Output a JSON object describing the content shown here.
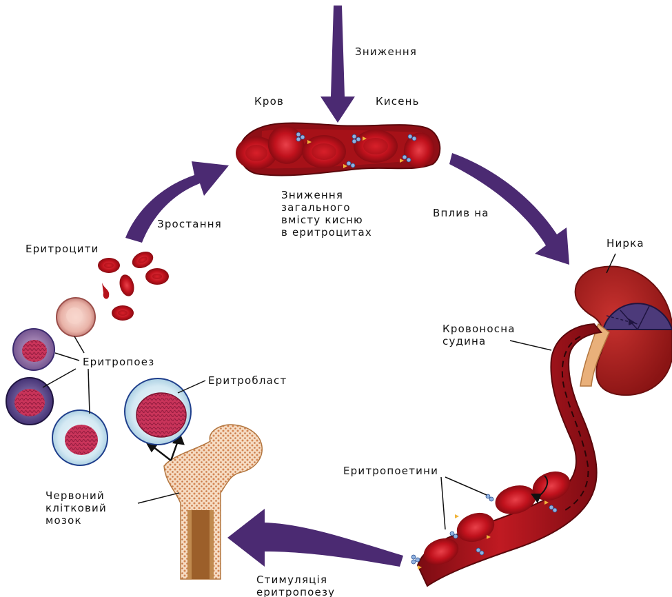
{
  "colors": {
    "arrow": "#4b2a72",
    "blood": "#b5121b",
    "vessel": "#8e0f16",
    "kidney": "#a51c1c",
    "bone": "#f1d2b5",
    "marrow_dots": "#d48552",
    "nucleus": "#b4284a",
    "cell_border": "#1f3f8c"
  },
  "labels": {
    "decrease": "Зниження",
    "blood": "Кров",
    "oxygen": "Кисень",
    "reduction_lines": [
      "Зниження",
      "загального",
      "вмісту кисню",
      "в еритроцитах"
    ],
    "effect_on": "Вплив на",
    "kidney": "Нирка",
    "blood_vessel_lines": [
      "Кровоносна",
      "судина"
    ],
    "erythropoietins": "Еритропоетини",
    "stimulation_lines": [
      "Стимуляція",
      "еритропоезу"
    ],
    "red_marrow_lines": [
      "Червоний",
      "клітковий",
      "мозок"
    ],
    "erythroblast": "Еритробласт",
    "erythropoiesis": "Еритропоез",
    "erythrocytes": "Еритроцити",
    "growth": "Зростання"
  }
}
